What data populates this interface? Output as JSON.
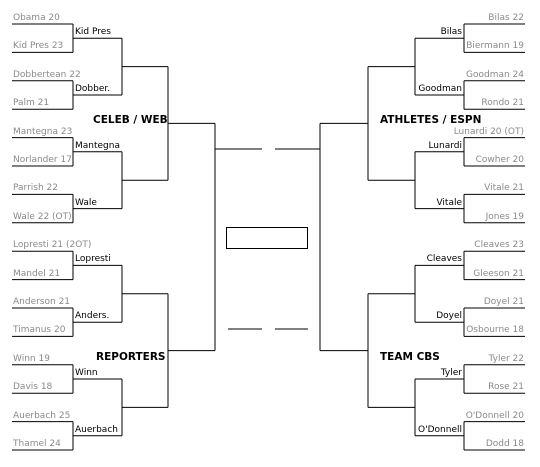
{
  "regions": {
    "celeb_web": "CELEB / WEB",
    "athletes_espn": "ATHLETES / ESPN",
    "reporters": "REPORTERS",
    "team_cbs": "TEAM CBS"
  },
  "left": {
    "round1": [
      "Obama 20",
      "Kid Pres 23",
      "Dobbertean 22",
      "Palm 21",
      "Mantegna 23",
      "Norlander 17",
      "Parrish 22",
      "Wale 22 (OT)",
      "Lopresti 21 (2OT)",
      "Mandel 21",
      "Anderson 21",
      "Timanus 20",
      "Winn 19",
      "Davis 18",
      "Auerbach 25",
      "Thamel 24"
    ],
    "round2": [
      "Kid Pres",
      "Dobber.",
      "Mantegna",
      "Wale",
      "Lopresti",
      "Anders.",
      "Winn",
      "Auerbach"
    ]
  },
  "right": {
    "round1": [
      "Bilas 22",
      "Biermann 19",
      "Goodman 24",
      "Rondo 21",
      "Lunardi 20 (OT)",
      "Cowher 20",
      "Vitale 21",
      "Jones 19",
      "Cleaves 23",
      "Gleeson 21",
      "Doyel 21",
      "Osbourne 18",
      "Tyler 22",
      "Rose 21",
      "O'Donnell 20",
      "Dodd 18"
    ],
    "round2": [
      "Bilas",
      "Goodman",
      "Lunardi",
      "Vitale",
      "Cleaves",
      "Doyel",
      "Tyler",
      "O'Donnell"
    ]
  },
  "champion": ""
}
